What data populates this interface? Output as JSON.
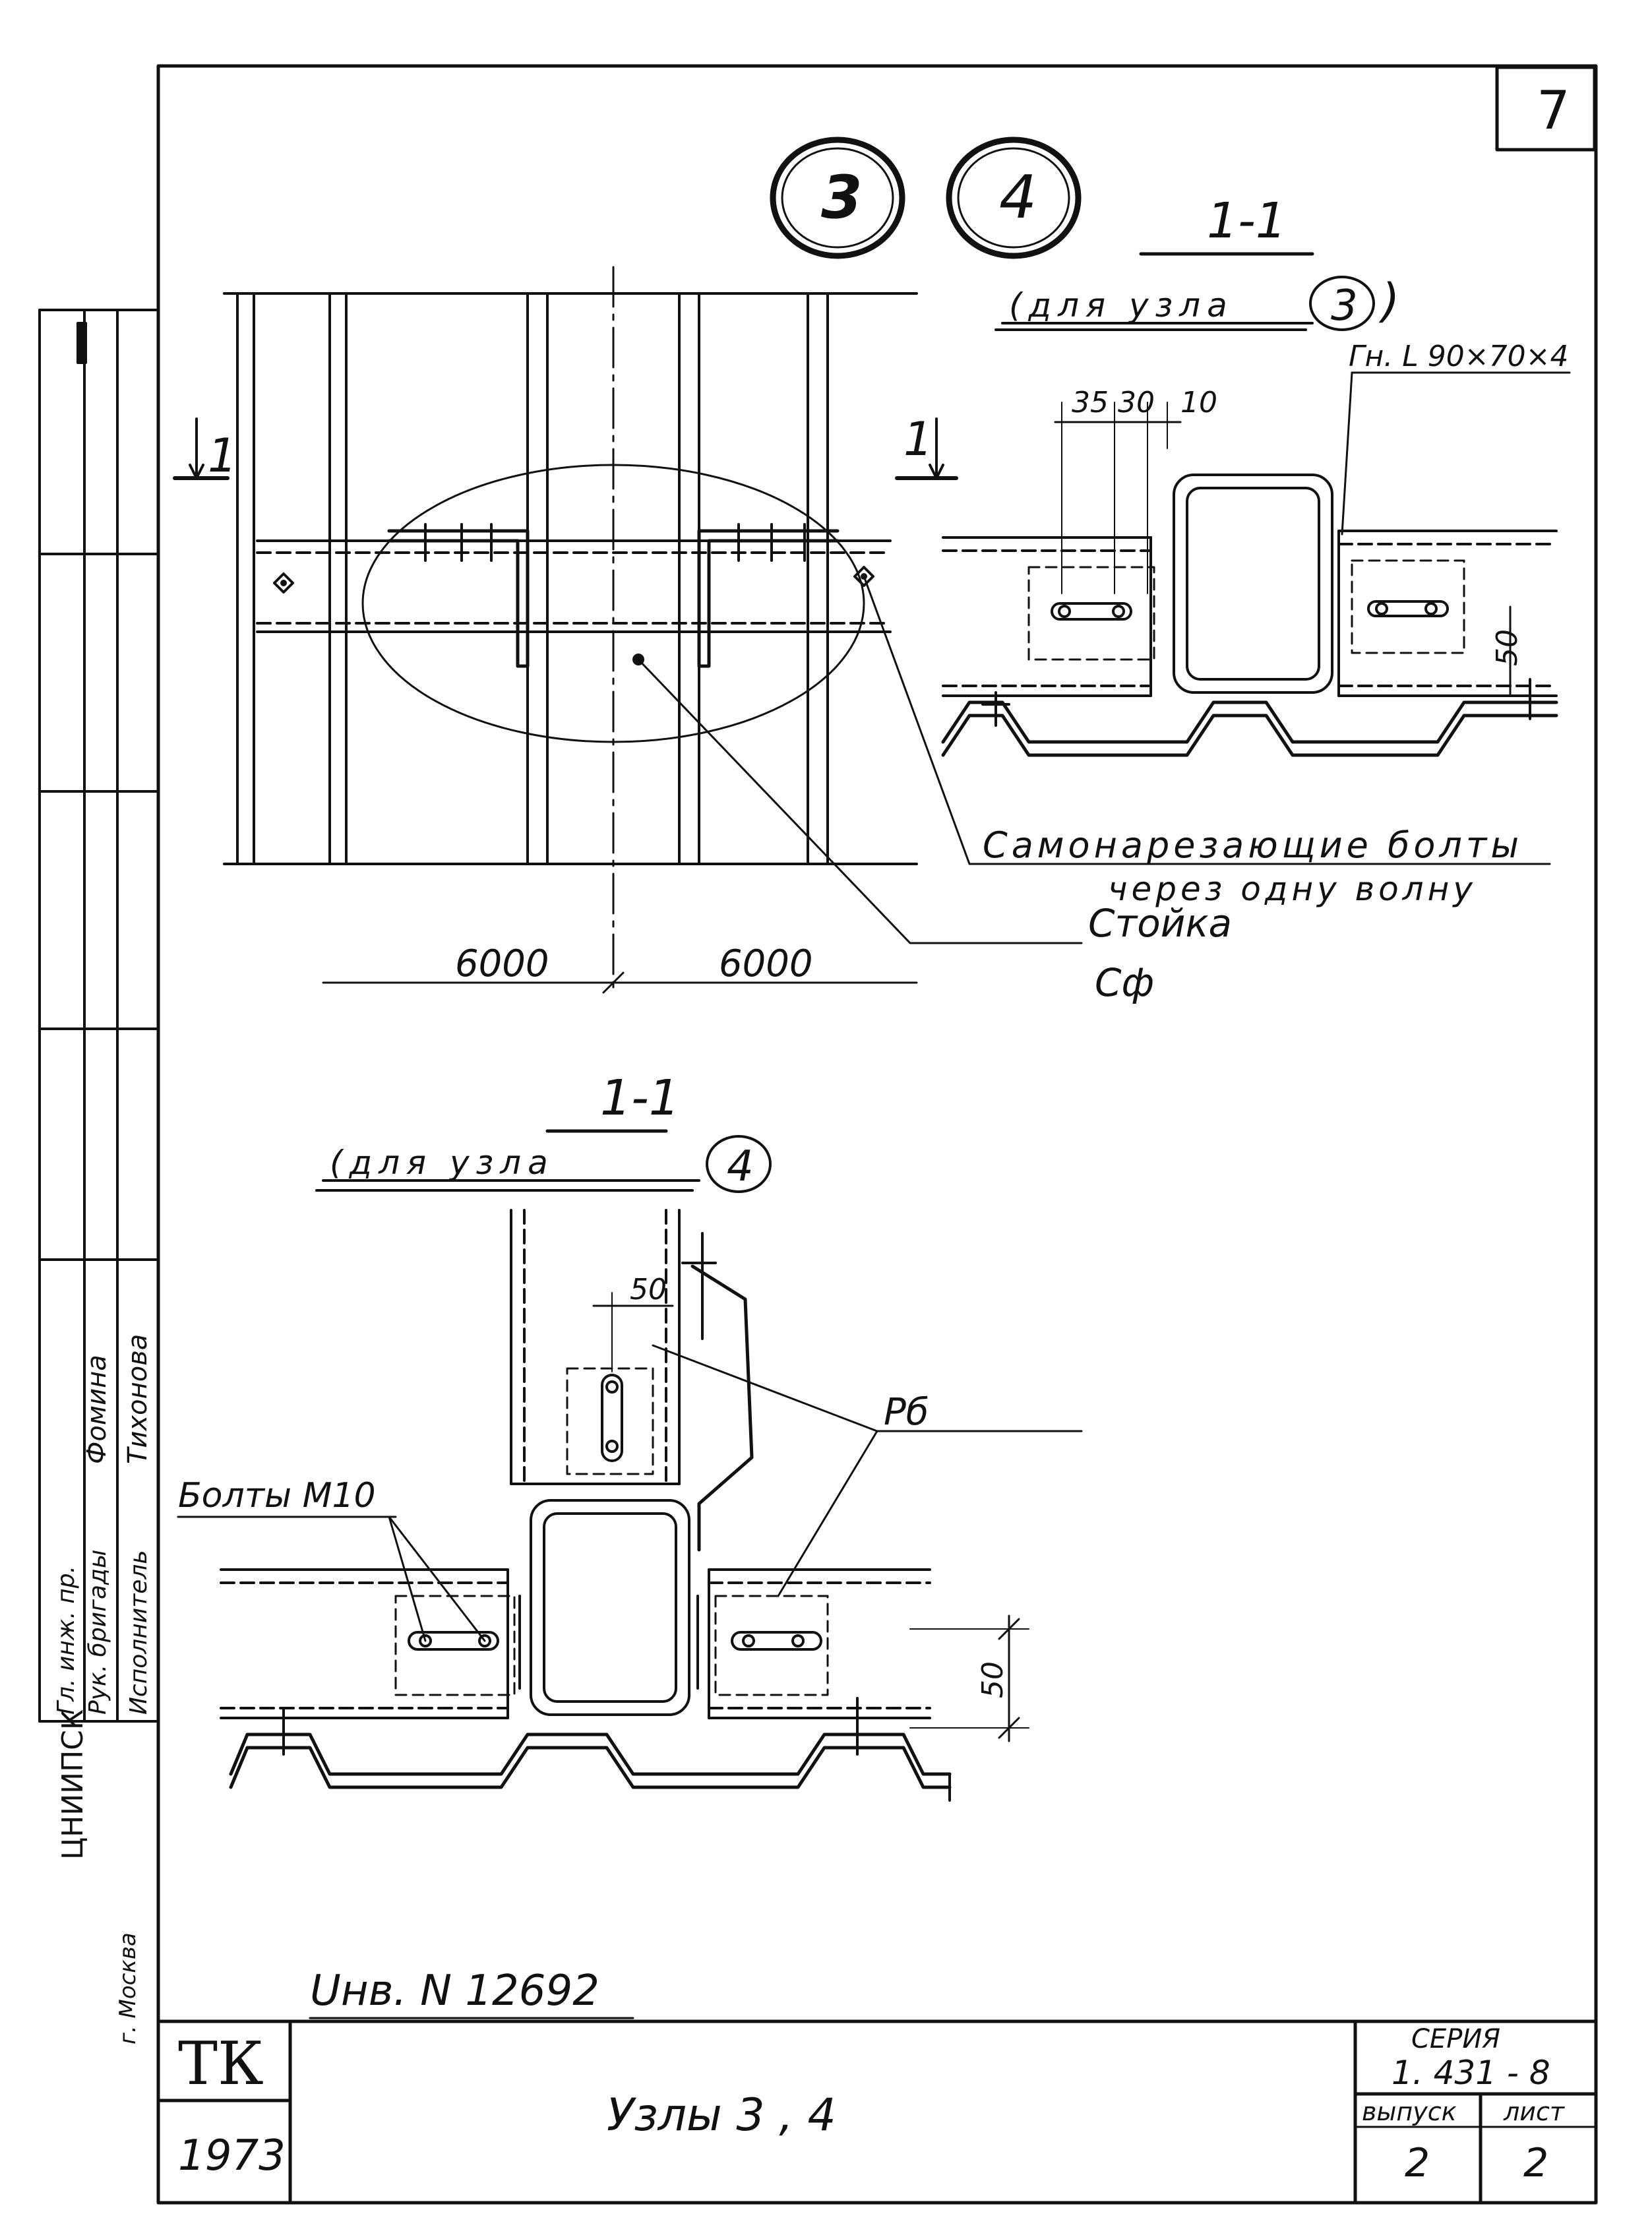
{
  "sheet": {
    "sheet_number": "7",
    "node_markers": [
      "3",
      "4"
    ],
    "inventory": "Uнв. N  12692",
    "stamp_code": "ТК",
    "year": "1973",
    "title": "Узлы  3 ,  4",
    "series_label": "СЕРИЯ",
    "series_value": "1. 431 - 8",
    "issue_label": "выпуск",
    "issue_value": "2",
    "list_label": "лист",
    "list_value": "2"
  },
  "plan_view": {
    "section_mark_left": "1",
    "section_mark_right": "1",
    "dim_left": "6000",
    "dim_right": "6000",
    "column_label": "Стойка",
    "column_mark": "Сф",
    "bolts_note_1": "Самонарезающие болты",
    "bolts_note_2": "через одну волну"
  },
  "section_node3": {
    "title": "1-1",
    "subtitle": "(для узла",
    "node": "3",
    "subtitle_end": ")",
    "angle_label": "Гн. L 90×70×4",
    "dim_35": "35",
    "dim_30": "30",
    "dim_10": "10",
    "dim_50": "50"
  },
  "section_node4": {
    "title": "1-1",
    "subtitle": "(для узла",
    "node": "4",
    "bolts_label": "Болты М10",
    "pb_label": "Рб",
    "dim_50_top": "50",
    "dim_50_side": "50"
  },
  "sidebar": {
    "row1": "Гл. инж. пр.",
    "row2": "Рук. бригады",
    "row3": "Исполнитель",
    "name1": "Фомина",
    "name2": "Тихонова",
    "org": "ЦНИИПСК",
    "city": "г. Москва"
  }
}
